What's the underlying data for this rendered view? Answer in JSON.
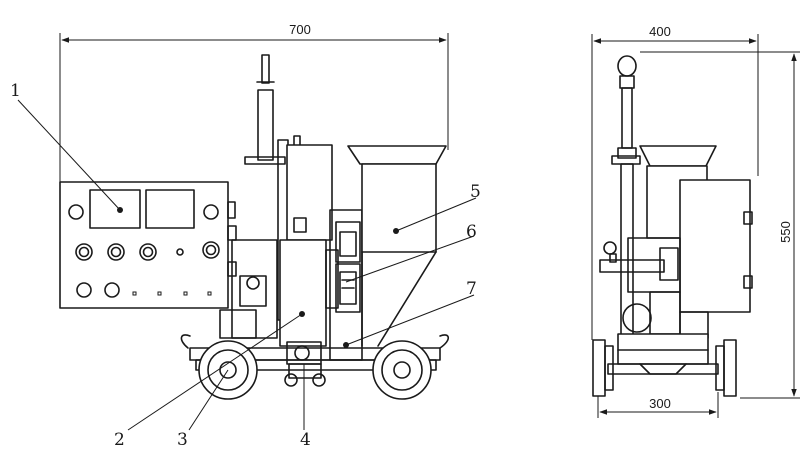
{
  "dimensions": {
    "front_width": "700",
    "side_width": "400",
    "side_base": "300",
    "side_height": "550"
  },
  "callouts": [
    "1",
    "2",
    "3",
    "4",
    "5",
    "6",
    "7"
  ]
}
